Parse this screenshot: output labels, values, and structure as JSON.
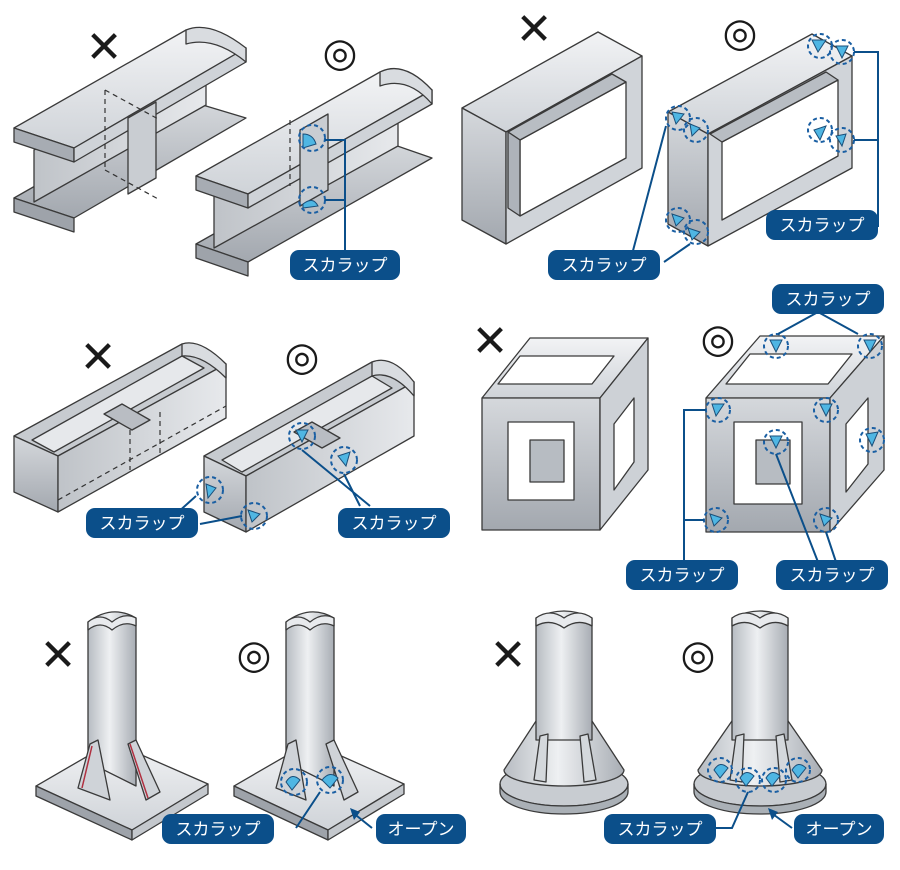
{
  "labels": {
    "scallop": "スカラップ",
    "open": "オープン"
  },
  "marks": {
    "bad": "✕",
    "good": "◎"
  },
  "colors": {
    "badge": "#0b4f8a",
    "cutout": "#4fb6e3",
    "steel_light": "#e4e6e9",
    "steel_mid": "#c3c7cc",
    "steel_dark": "#9a9fa6",
    "mark": "#1a1a1a"
  },
  "panels": [
    {
      "id": "h-beam",
      "bad_mark": "bad",
      "good_mark": "good",
      "callouts": [
        "scallop"
      ]
    },
    {
      "id": "box-frame",
      "bad_mark": "bad",
      "good_mark": "good",
      "callouts": [
        "scallop",
        "scallop"
      ]
    },
    {
      "id": "channel",
      "bad_mark": "bad",
      "good_mark": "good",
      "callouts": [
        "scallop",
        "scallop"
      ]
    },
    {
      "id": "cube-frame",
      "bad_mark": "bad",
      "good_mark": "good",
      "callouts": [
        "scallop",
        "scallop",
        "scallop"
      ]
    },
    {
      "id": "column-base",
      "bad_mark": "bad",
      "good_mark": "good",
      "callouts": [
        "scallop",
        "open"
      ]
    },
    {
      "id": "cone-base",
      "bad_mark": "bad",
      "good_mark": "good",
      "callouts": [
        "scallop",
        "open"
      ]
    }
  ]
}
